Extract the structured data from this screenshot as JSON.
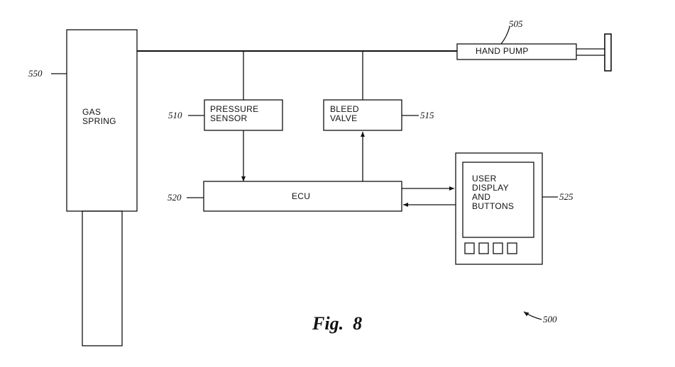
{
  "figure": {
    "caption": "Fig.  8",
    "system_ref": "500"
  },
  "gas_spring": {
    "label": "GAS\nSPRING",
    "ref": "550"
  },
  "hand_pump": {
    "label": "HAND PUMP",
    "ref": "505"
  },
  "pressure_sensor": {
    "label": "PRESSURE\nSENSOR",
    "ref": "510"
  },
  "bleed_valve": {
    "label": "BLEED\nVALVE",
    "ref": "515"
  },
  "ecu": {
    "label": "ECU",
    "ref": "520"
  },
  "user_display": {
    "label": "USER\nDISPLAY\nAND\nBUTTONS",
    "ref": "525"
  }
}
